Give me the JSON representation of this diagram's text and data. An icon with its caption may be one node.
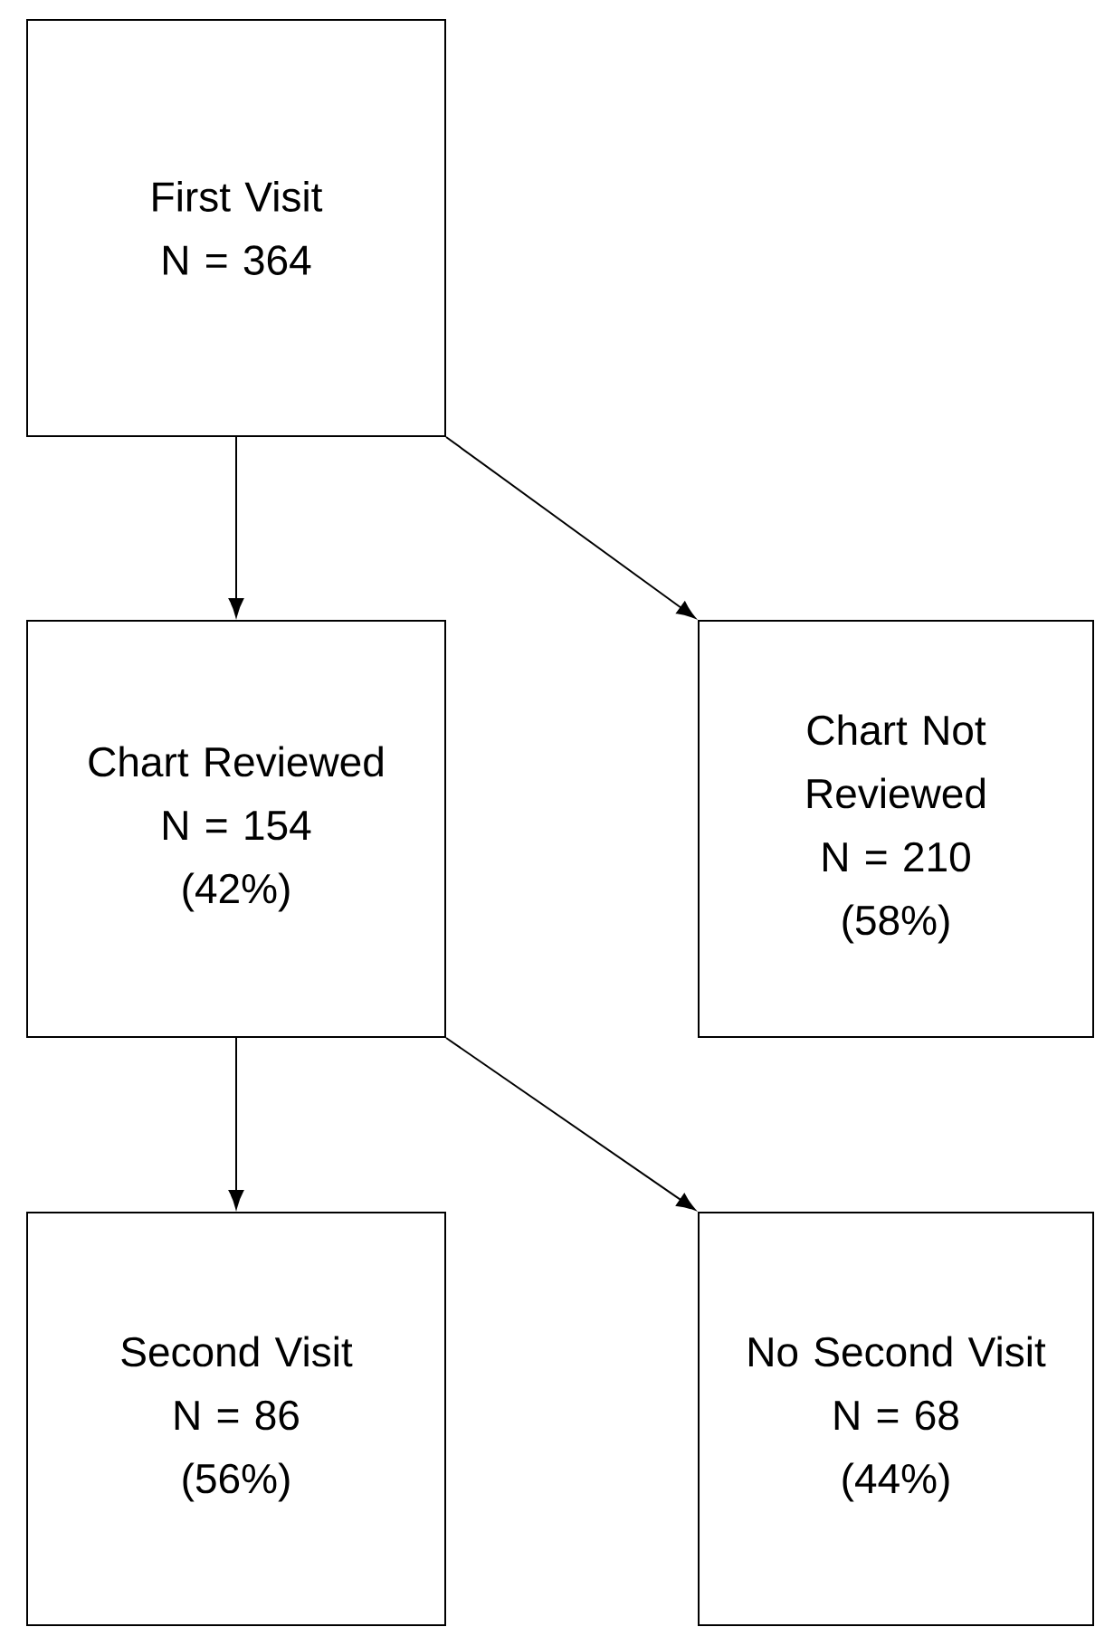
{
  "diagram": {
    "nodes": [
      {
        "text": [
          "First Visit",
          "N = 364"
        ]
      },
      {
        "text": [
          "Chart Reviewed",
          "N = 154",
          "(42%)"
        ]
      },
      {
        "text": [
          "Chart Not Reviewed",
          "N = 210",
          "(58%)"
        ]
      },
      {
        "text": [
          "Second Visit",
          "N = 86",
          "(56%)"
        ]
      },
      {
        "text": [
          "No Second Visit",
          "N = 68",
          "(44%)"
        ]
      }
    ],
    "edges": [
      {
        "from": 0,
        "to": 1,
        "arrow": "to"
      },
      {
        "from": 0,
        "to": 2,
        "arrow": "to"
      },
      {
        "from": 1,
        "to": 3,
        "arrow": "to"
      },
      {
        "from": 1,
        "to": 4,
        "arrow": "to"
      }
    ]
  }
}
